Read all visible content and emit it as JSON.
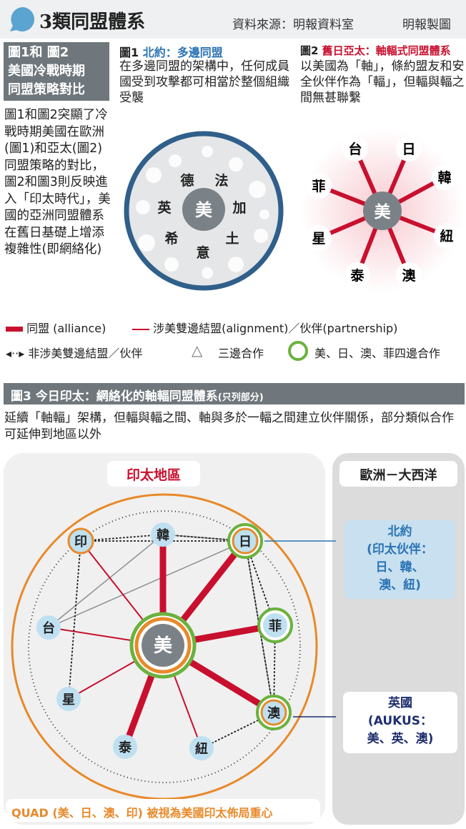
{
  "header": {
    "title": "3類同盟體系",
    "source": "資料來源：明報資料室",
    "credit": "明報製圖"
  },
  "intro": {
    "box_lines": [
      "圖1和 圖2",
      "美國冷戰時期",
      "同盟策略對比"
    ],
    "body": "圖1和圖2突顯了冷戰時期美國在歐洲(圖1)和亞太(圖2)同盟策略的對比，圖2和圖3則反映進入「印太時代」，美國的亞洲同盟體系在舊日基礎上增添複雜性(即網絡化)"
  },
  "fig1": {
    "num": "圖1",
    "title": "北約：多邊同盟",
    "text": "在多邊同盟的架構中，任何成員國受到攻擊都可相當於整個組織受襲",
    "center": "美",
    "members": [
      "德",
      "法",
      "英",
      "加",
      "希",
      "土",
      "意"
    ]
  },
  "fig2": {
    "num": "圖2",
    "title": "舊日亞太：軸輻式同盟體系",
    "text": "以美國為「軸」，條約盟友和安全伙伴作為「輻」，但輻與輻之間無甚聯繫",
    "center": "美",
    "spokes": [
      "台",
      "日",
      "韓",
      "紐",
      "澳",
      "泰",
      "星",
      "菲"
    ]
  },
  "legend": {
    "alliance": "同盟 (alliance)",
    "alignment": "涉美雙邊結盟(alignment)／伙伴(partnership)",
    "non_us": "非涉美雙邊結盟／伙伴",
    "trilateral": "三邊合作",
    "quad4": "美、日、澳、菲四邊合作"
  },
  "fig3": {
    "header": "圖3 今日印太：網絡化的軸輻同盟體系",
    "header_note": "(只列部分)",
    "text": "延續「軸輻」架構，但輻與輻之間、軸與多於一輻之間建立伙伴關係，部分類似合作可延伸到地區以外",
    "region_indo": "印太地區",
    "region_euro": "歐洲－大西洋",
    "nodes": {
      "india": "印",
      "korea": "韓",
      "japan": "日",
      "taiwan": "台",
      "philippines": "菲",
      "singapore": "星",
      "australia": "澳",
      "thailand": "泰",
      "nz": "紐",
      "us": "美"
    },
    "nato_box": [
      "北約",
      "(印太伙伴：",
      "日、韓、",
      "澳、紐)"
    ],
    "uk_box": [
      "英國",
      "(AUKUS：",
      "美、英、澳)"
    ],
    "quad": "QUAD (美、日、澳、印) 被視為美國印太佈局重心"
  },
  "colors": {
    "red": "#c8102e",
    "orange": "#e8892a",
    "green": "#6ab23e",
    "blue": "#2b74b5",
    "navy": "#1f2f6e"
  }
}
